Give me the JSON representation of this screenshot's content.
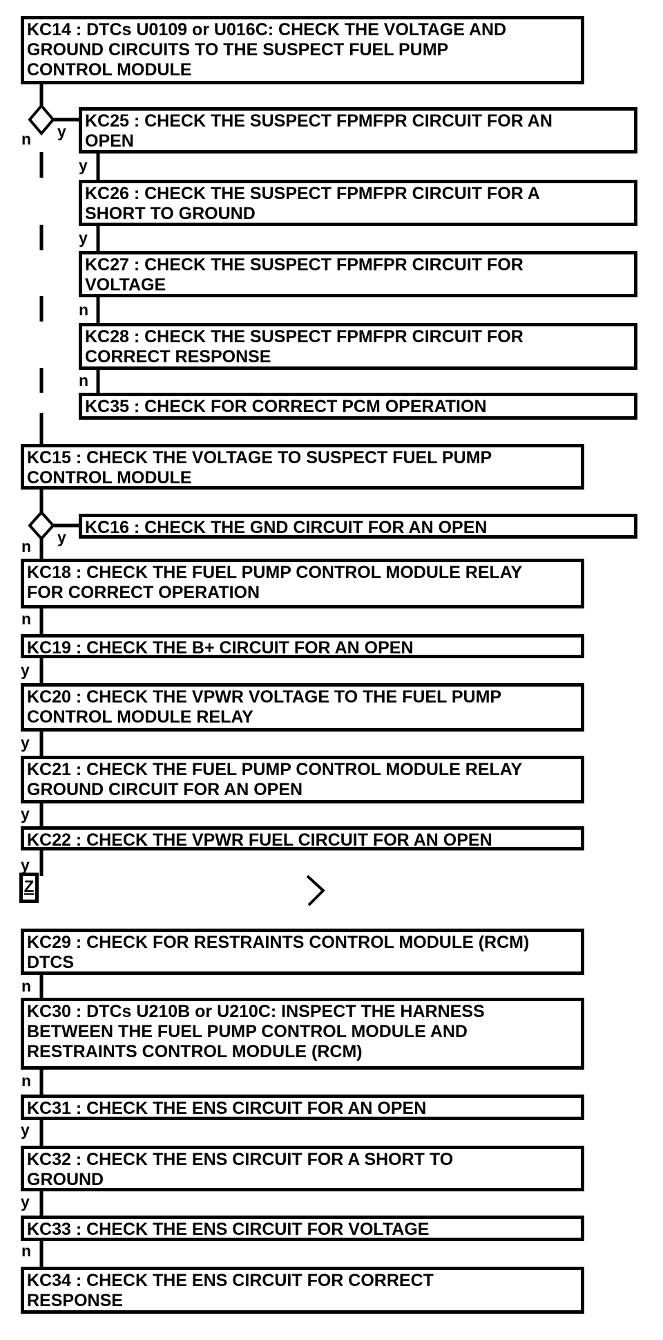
{
  "nodes": [
    {
      "id": "KC14",
      "text": "KC14 : DTCs U0109 or U016C: CHECK THE VOLTAGE AND\nGROUND CIRCUITS TO THE SUSPECT FUEL PUMP\nCONTROL MODULE"
    },
    {
      "id": "KC25",
      "text": "KC25 : CHECK THE SUSPECT FPMFPR CIRCUIT FOR AN\nOPEN"
    },
    {
      "id": "KC26",
      "text": "KC26 : CHECK THE SUSPECT FPMFPR CIRCUIT FOR A\nSHORT TO GROUND"
    },
    {
      "id": "KC27",
      "text": "KC27 : CHECK THE SUSPECT FPMFPR CIRCUIT FOR\nVOLTAGE"
    },
    {
      "id": "KC28",
      "text": "KC28 : CHECK THE SUSPECT FPMFPR CIRCUIT FOR\nCORRECT RESPONSE"
    },
    {
      "id": "KC35",
      "text": "KC35 : CHECK FOR CORRECT PCM OPERATION"
    },
    {
      "id": "KC15",
      "text": "KC15 : CHECK THE VOLTAGE TO SUSPECT FUEL PUMP\nCONTROL MODULE"
    },
    {
      "id": "KC16",
      "text": "KC16 : CHECK THE GND CIRCUIT FOR AN OPEN"
    },
    {
      "id": "KC18",
      "text": "KC18 : CHECK THE FUEL PUMP CONTROL MODULE RELAY\nFOR CORRECT OPERATION"
    },
    {
      "id": "KC19",
      "text": "KC19 : CHECK THE B+ CIRCUIT FOR AN OPEN"
    },
    {
      "id": "KC20",
      "text": "KC20 : CHECK THE VPWR VOLTAGE TO THE FUEL PUMP\nCONTROL MODULE RELAY"
    },
    {
      "id": "KC21",
      "text": "KC21 : CHECK THE FUEL PUMP CONTROL MODULE RELAY\nGROUND CIRCUIT FOR AN OPEN"
    },
    {
      "id": "KC22",
      "text": "KC22 : CHECK THE VPWR FUEL CIRCUIT FOR AN OPEN"
    },
    {
      "id": "KC29",
      "text": "KC29 : CHECK FOR RESTRAINTS CONTROL MODULE (RCM)\nDTCS"
    },
    {
      "id": "KC30",
      "text": "KC30 : DTCs U210B or U210C: INSPECT THE HARNESS\nBETWEEN THE FUEL PUMP CONTROL MODULE AND\nRESTRAINTS CONTROL MODULE (RCM)"
    },
    {
      "id": "KC31",
      "text": "KC31 : CHECK THE ENS CIRCUIT FOR AN OPEN"
    },
    {
      "id": "KC32",
      "text": "KC32 : CHECK THE ENS CIRCUIT FOR A SHORT TO\nGROUND"
    },
    {
      "id": "KC33",
      "text": "KC33 : CHECK THE ENS CIRCUIT FOR VOLTAGE"
    },
    {
      "id": "KC34",
      "text": "KC34 : CHECK THE ENS CIRCUIT FOR CORRECT\nRESPONSE"
    }
  ],
  "branches": [
    {
      "from": "KC14",
      "label": "y",
      "to": "KC25"
    },
    {
      "from": "KC14",
      "label": "n",
      "to": "KC15"
    },
    {
      "from": "KC25",
      "label": "y",
      "to": "KC26"
    },
    {
      "from": "KC26",
      "label": "y",
      "to": "KC27"
    },
    {
      "from": "KC27",
      "label": "n",
      "to": "KC28"
    },
    {
      "from": "KC28",
      "label": "n",
      "to": "KC35"
    },
    {
      "from": "KC15",
      "label": "y",
      "to": "KC16"
    },
    {
      "from": "KC15",
      "label": "n",
      "to": "KC18"
    },
    {
      "from": "KC18",
      "label": "n",
      "to": "KC19"
    },
    {
      "from": "KC19",
      "label": "y",
      "to": "KC20"
    },
    {
      "from": "KC20",
      "label": "y",
      "to": "KC21"
    },
    {
      "from": "KC21",
      "label": "y",
      "to": "KC22"
    },
    {
      "from": "KC22",
      "label": "y",
      "to": "Z"
    },
    {
      "from": "KC29",
      "label": "n",
      "to": "KC30"
    },
    {
      "from": "KC30",
      "label": "n",
      "to": "KC31"
    },
    {
      "from": "KC31",
      "label": "y",
      "to": "KC32"
    },
    {
      "from": "KC32",
      "label": "y",
      "to": "KC33"
    },
    {
      "from": "KC33",
      "label": "n",
      "to": "KC34"
    }
  ],
  "off_page_connector": {
    "label": "Z"
  },
  "colors": {
    "line": "#000000",
    "background": "#ffffff"
  }
}
